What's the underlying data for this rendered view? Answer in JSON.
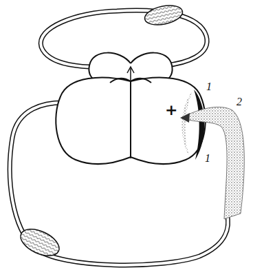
{
  "diagram": {
    "labels": [
      "+",
      "1",
      "1",
      "2"
    ]
  }
}
